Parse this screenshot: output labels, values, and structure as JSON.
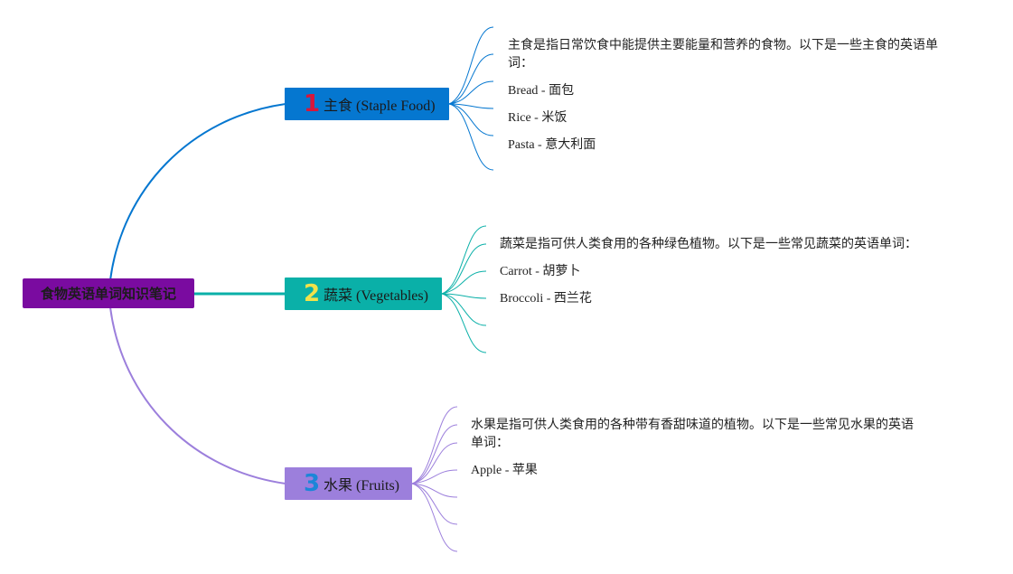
{
  "root": {
    "title": "食物英语单词知识笔记"
  },
  "branches": [
    {
      "number": "1",
      "label": "主食 (Staple Food)",
      "description": "主食是指日常饮食中能提供主要能量和营养的食物。以下是一些主食的英语单词：",
      "items": [
        "Bread - 面包",
        "Rice - 米饭",
        "Pasta - 意大利面"
      ]
    },
    {
      "number": "2",
      "label": "蔬菜 (Vegetables)",
      "description": "蔬菜是指可供人类食用的各种绿色植物。以下是一些常见蔬菜的英语单词：",
      "items": [
        "Carrot - 胡萝卜",
        "Broccoli - 西兰花"
      ]
    },
    {
      "number": "3",
      "label": "水果 (Fruits)",
      "description": "水果是指可供人类食用的各种带有香甜味道的植物。以下是一些常见水果的英语单词：",
      "items": [
        "Apple - 苹果"
      ]
    }
  ],
  "colors": {
    "root": "#7a0ba0",
    "branch_1": "#0577d0",
    "branch_2": "#0ab0a8",
    "branch_3": "#9c7fdc"
  }
}
